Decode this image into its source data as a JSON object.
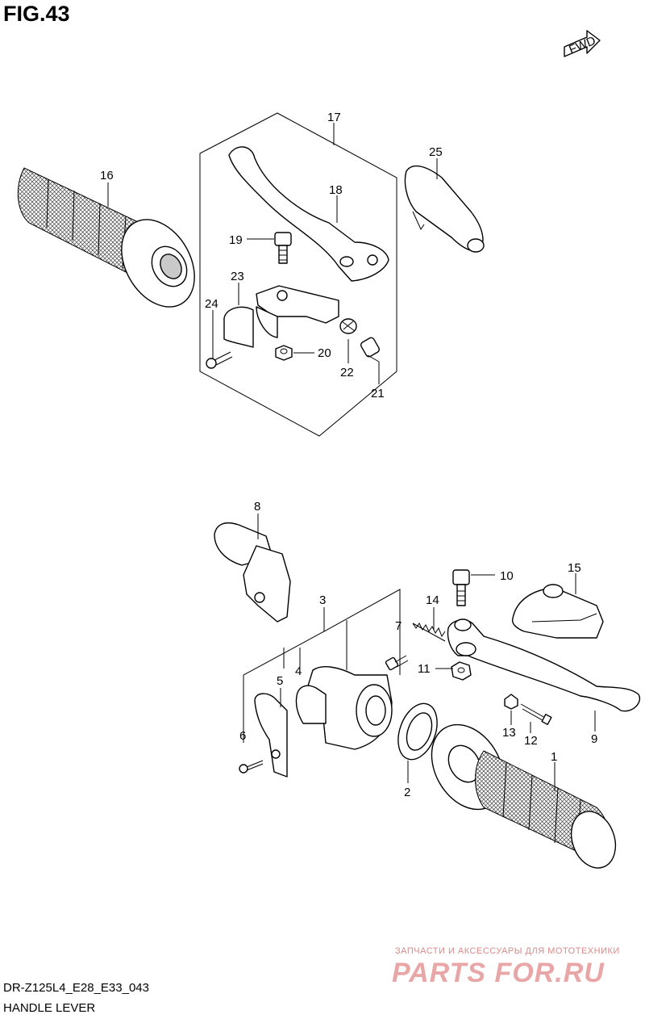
{
  "figure": {
    "title": "FIG.43",
    "fwd_label": "FWD"
  },
  "callouts": [
    {
      "id": "p1",
      "label": "1"
    },
    {
      "id": "p2",
      "label": "2"
    },
    {
      "id": "p3",
      "label": "3"
    },
    {
      "id": "p4",
      "label": "4"
    },
    {
      "id": "p5",
      "label": "5"
    },
    {
      "id": "p6",
      "label": "6"
    },
    {
      "id": "p7",
      "label": "7"
    },
    {
      "id": "p8",
      "label": "8"
    },
    {
      "id": "p9",
      "label": "9"
    },
    {
      "id": "p10",
      "label": "10"
    },
    {
      "id": "p11",
      "label": "11"
    },
    {
      "id": "p12",
      "label": "12"
    },
    {
      "id": "p13",
      "label": "13"
    },
    {
      "id": "p14",
      "label": "14"
    },
    {
      "id": "p15",
      "label": "15"
    },
    {
      "id": "p16",
      "label": "16"
    },
    {
      "id": "p17",
      "label": "17"
    },
    {
      "id": "p18",
      "label": "18"
    },
    {
      "id": "p19",
      "label": "19"
    },
    {
      "id": "p20",
      "label": "20"
    },
    {
      "id": "p21",
      "label": "21"
    },
    {
      "id": "p22",
      "label": "22"
    },
    {
      "id": "p23",
      "label": "23"
    },
    {
      "id": "p24",
      "label": "24"
    },
    {
      "id": "p25",
      "label": "25"
    }
  ],
  "footer": {
    "code": "DR-Z125L4_E28_E33_043",
    "name": "HANDLE LEVER"
  },
  "watermark": {
    "tagline": "ЗАПЧАСТИ И АКСЕССУАРЫ ДЛЯ МОТОТЕХНИКИ",
    "brand": "PARTS FOR.RU"
  }
}
